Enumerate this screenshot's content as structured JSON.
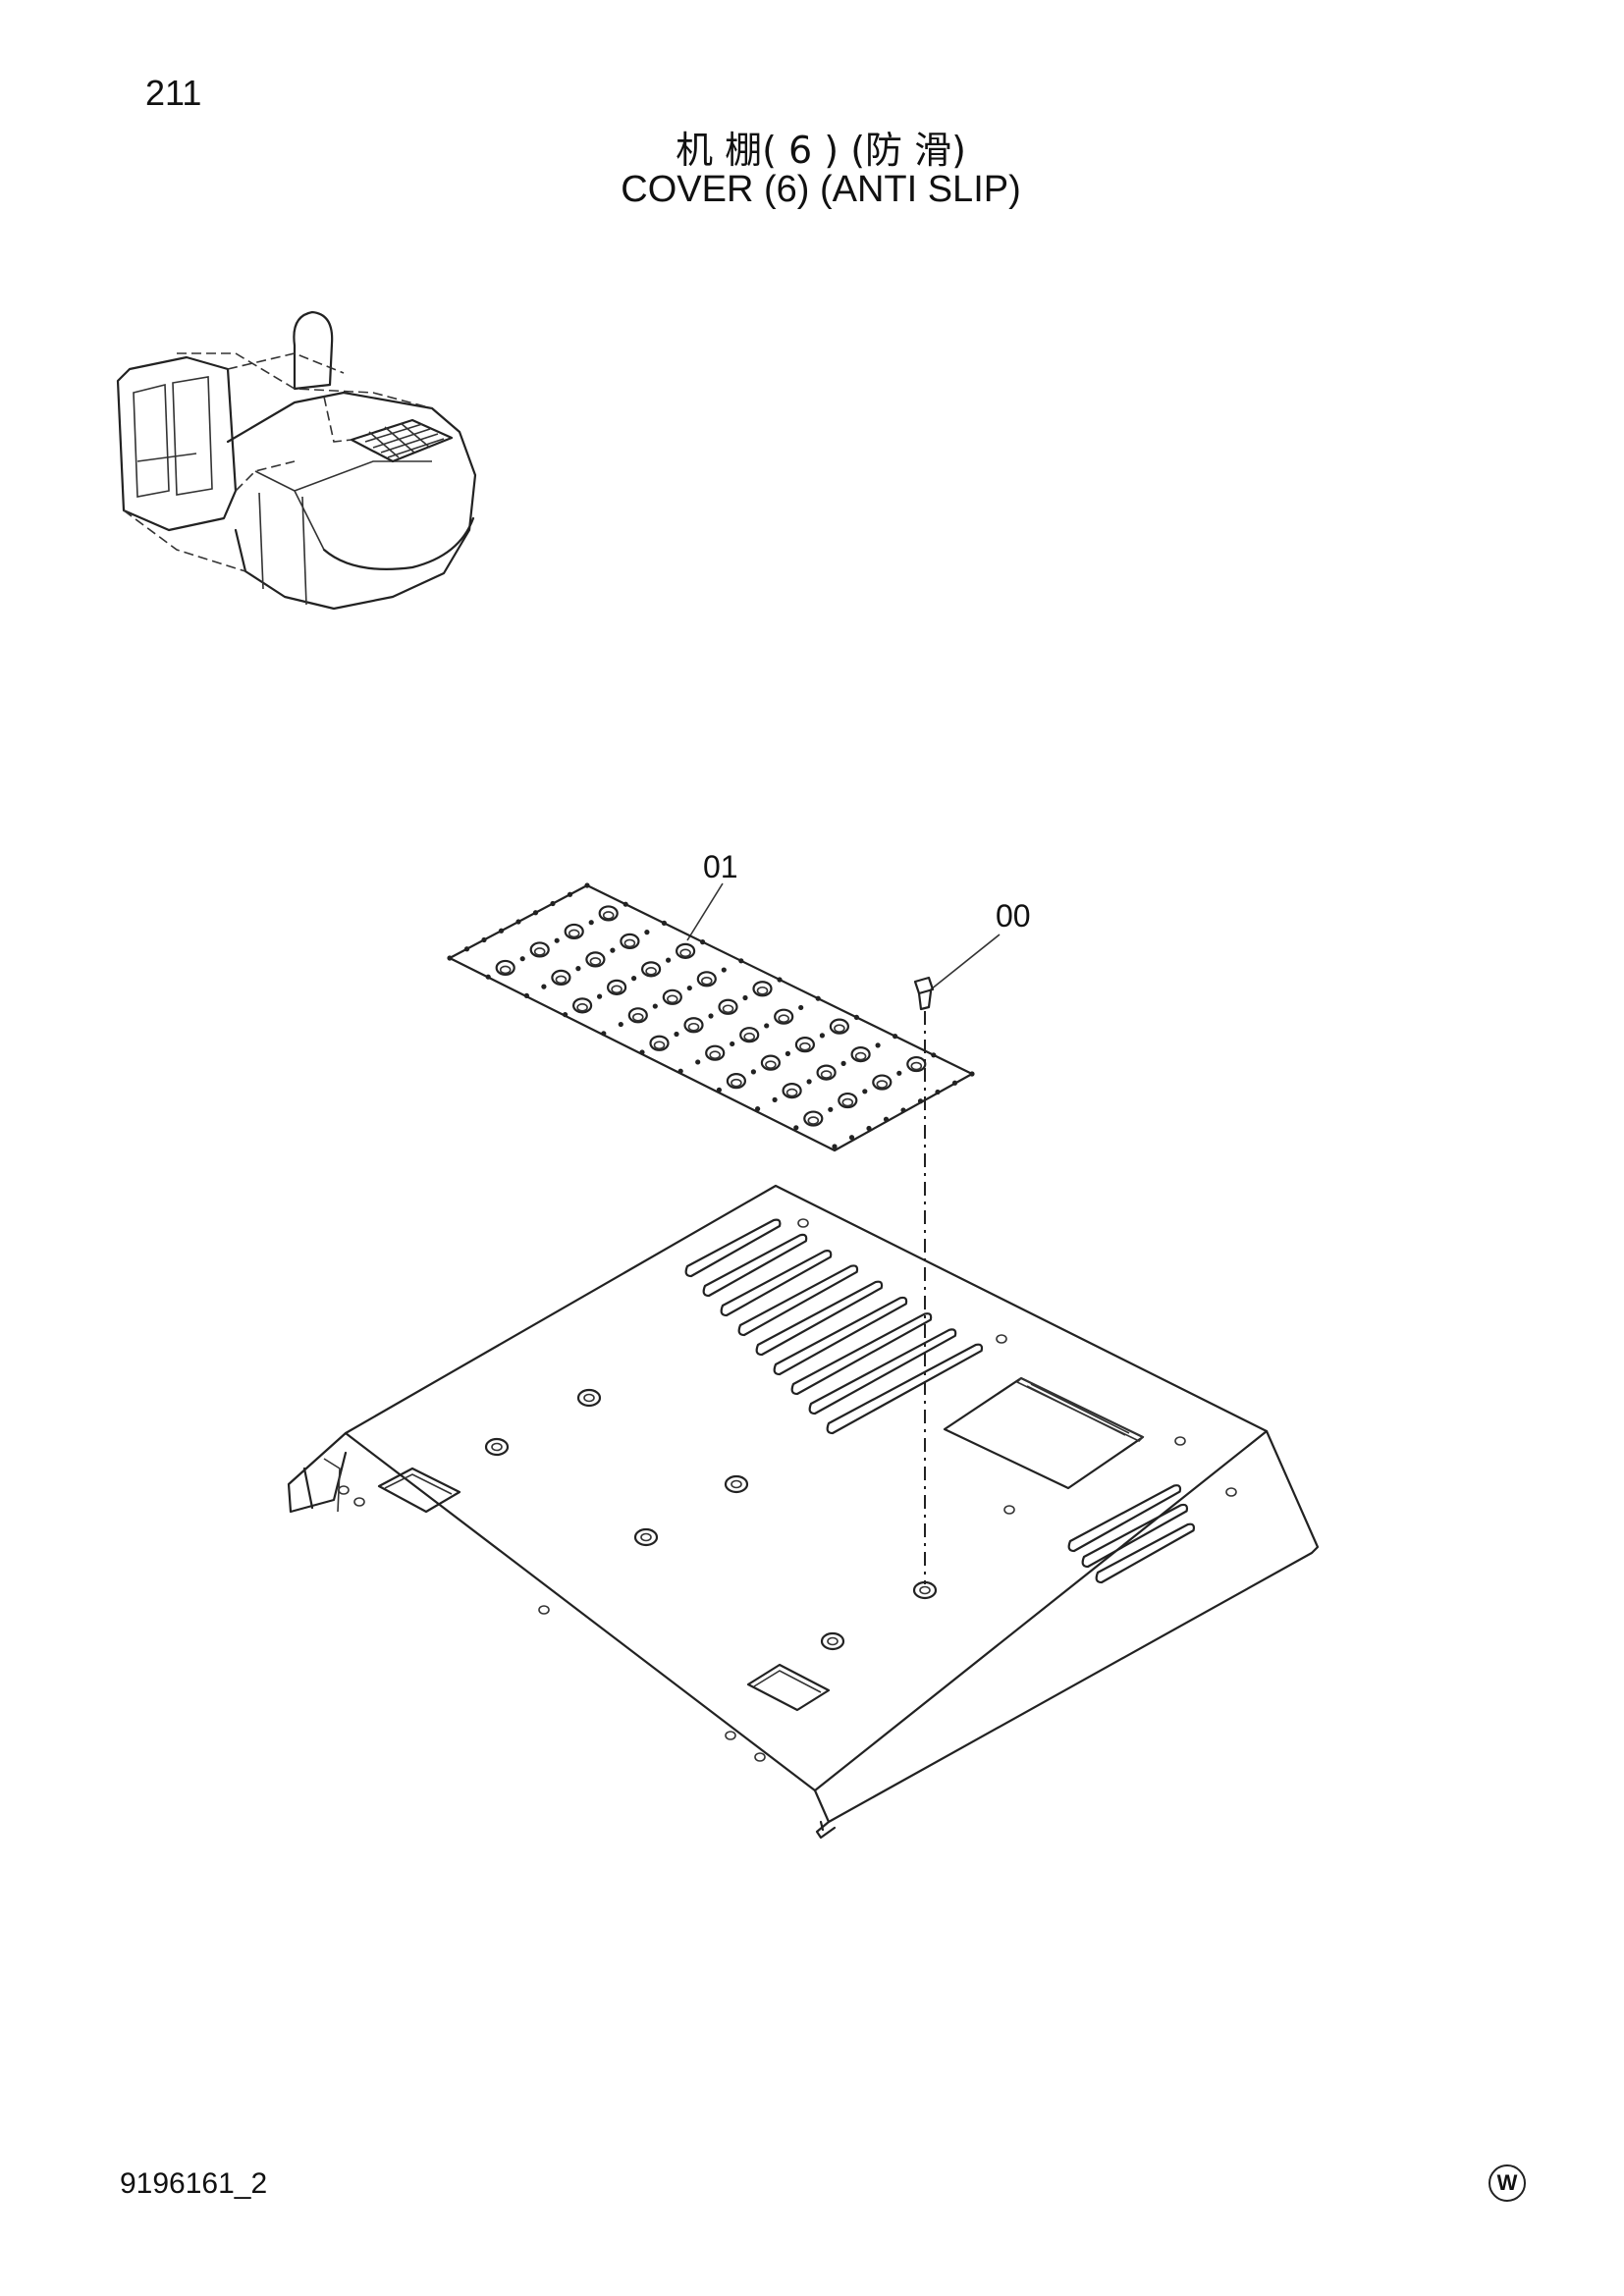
{
  "page": {
    "page_number": "211",
    "title_zh": "机 棚( 6 )  (防 滑)",
    "title_en": "COVER  (6) (ANTI  SLIP)",
    "drawing_number": "9196161_2",
    "brand_mark": "W"
  },
  "callouts": [
    {
      "label": "01",
      "part": "anti-slip-plate"
    },
    {
      "label": "00",
      "part": "bolt"
    }
  ]
}
